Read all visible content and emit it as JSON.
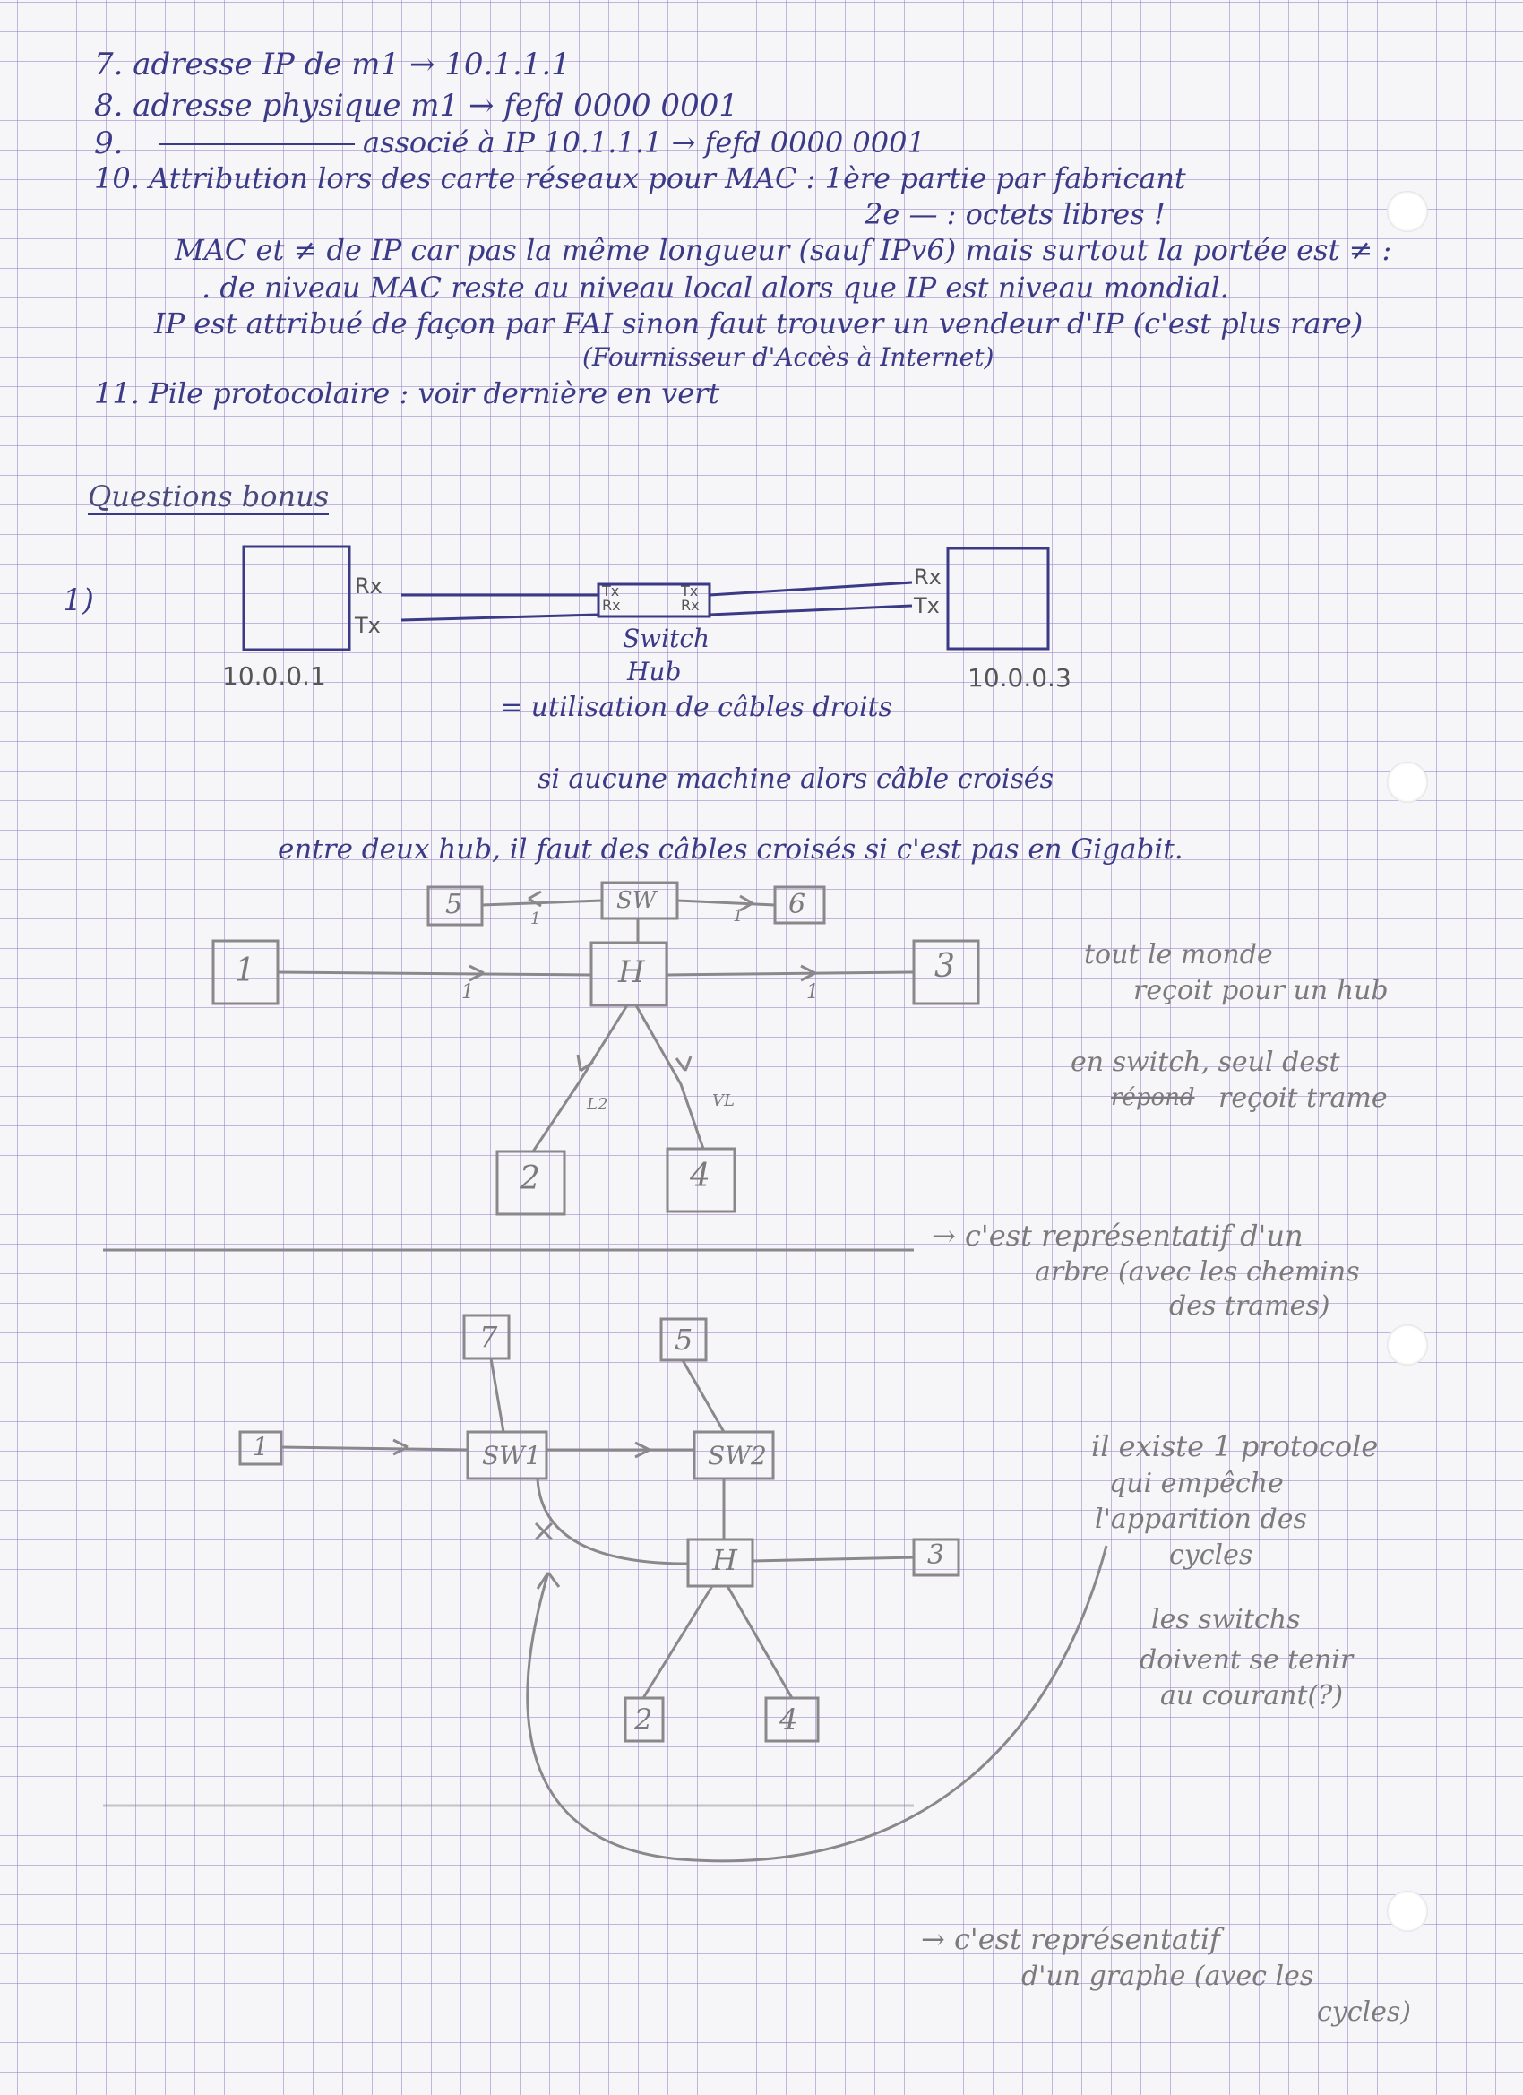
{
  "lines": {
    "l7": "7. adresse IP de m1 → 10.1.1.1",
    "l8": "8. adresse physique m1 → fefd 0000 0001",
    "l9n": "9.",
    "l9": "associé à IP 10.1.1.1 → fefd 0000 0001",
    "l10": "10. Attribution lors des carte réseaux pour MAC : 1ère partie par fabricant",
    "l10b": "2e — : octets libres !",
    "mac1": "MAC et ≠ de IP car pas la même longueur (sauf IPv6) mais surtout la portée est ≠ :",
    "mac2": ". de niveau MAC reste au niveau local alors que IP est niveau mondial.",
    "ip1": "IP est attribué de façon par FAI sinon faut trouver un vendeur d'IP (c'est plus rare)",
    "fai": "(Fournisseur d'Accès à Internet)",
    "l11": "11. Pile protocolaire : voir dernière en vert"
  },
  "bonus": {
    "title": "Questions bonus",
    "num": "1)",
    "rx_left": "Rx",
    "tx_left": "Tx",
    "tx_rx_switch_left": "Tx\nRx",
    "tx_rx_switch_right": "Tx\nRx",
    "rx_right": "Rx",
    "tx_right": "Tx",
    "switch_label": "Switch",
    "hub_label": "Hub",
    "ip_left": "10.0.0.1",
    "ip_right": "10.0.0.3",
    "straight": "= utilisation de câbles droits",
    "crossed": "si aucune machine alors câble croisés",
    "between_hubs": "entre deux hub, il faut des câbles croisés si c'est pas en Gigabit."
  },
  "diagram1": {
    "nodes": [
      "5",
      "SW",
      "6",
      "1",
      "H",
      "3",
      "2",
      "4"
    ],
    "edge_labels": [
      "1",
      "1",
      "1",
      "1",
      "L2",
      "VL"
    ],
    "note1": [
      "tout le monde",
      "reçoit pour un hub"
    ],
    "note2": [
      "en switch, seul dest",
      "reçoit trame"
    ],
    "note2_struck": "répond",
    "caption": [
      "→ c'est représentatif d'un",
      "arbre (avec les chemins",
      "des trames)"
    ]
  },
  "diagram2": {
    "nodes": [
      "7",
      "5",
      "1",
      "SW1",
      "SW2",
      "H",
      "3",
      "2",
      "4"
    ],
    "note1": [
      "il existe 1 protocole",
      "qui empêche",
      "l'apparition des",
      "cycles"
    ],
    "note2": [
      "les switchs",
      "doivent se tenir",
      "au courant(?)"
    ],
    "caption": [
      "→ c'est représentatif",
      "d'un graphe (avec les",
      "cycles)"
    ]
  }
}
